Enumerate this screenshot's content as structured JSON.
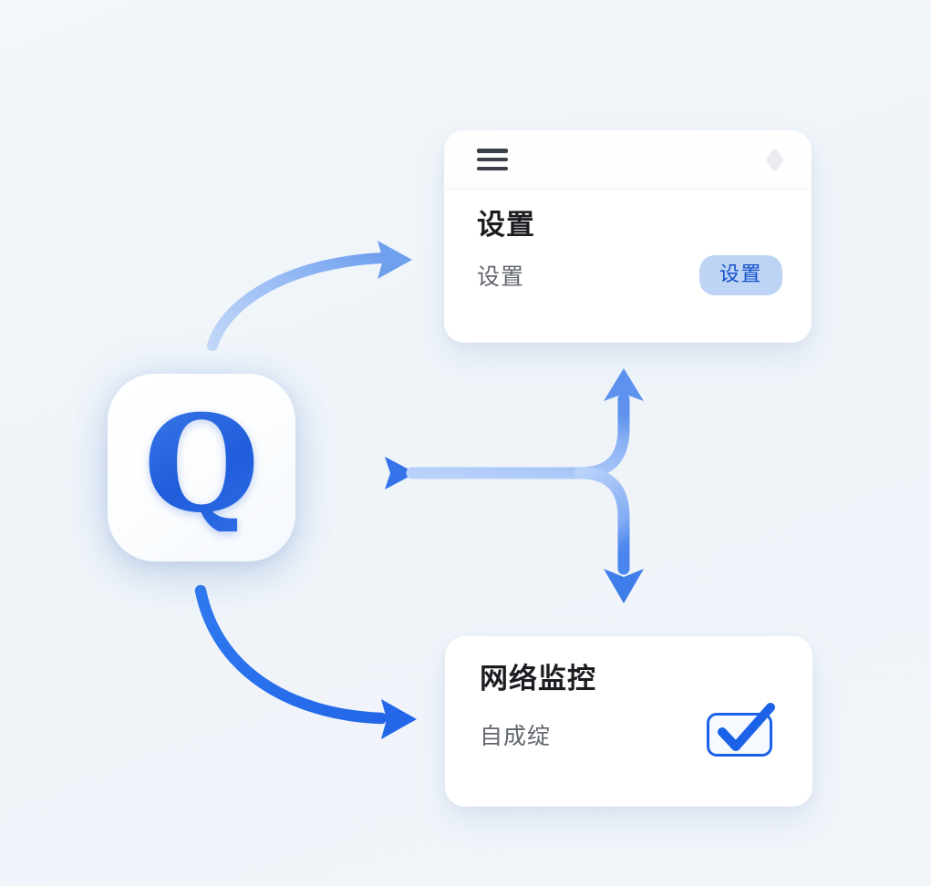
{
  "theme": {
    "background": "#f2f6fa",
    "accent_blue": "#2566e0",
    "accent_blue_light": "#7fa9f2",
    "arrow_blue_strong": "#2570ef",
    "card_white": "#ffffff",
    "title_text": "#1b1d21",
    "subtitle_text": "#62666d",
    "button_fill": "#bdd4f5",
    "button_text": "#1352c9",
    "hamburger_bar": "#3c4048",
    "badge_gray": "#e6e9ee",
    "checkbox_border": "#1c62e8",
    "checkbox_tick": "#1c62e8",
    "divider": "#eef1f5"
  },
  "launcher": {
    "name": "q-app-tile",
    "glyph": "Q"
  },
  "settings_card": {
    "titlebar": {
      "menu_icon": "hamburger-menu-icon",
      "badge_icon": "diamond-icon"
    },
    "title": "设置",
    "subtitle": "设置",
    "action_label": "设置"
  },
  "monitor_card": {
    "title": "网络监控",
    "subtitle": "自成绽",
    "checkbox": {
      "icon": "checkbox-checked-icon",
      "checked": true
    }
  },
  "connectors": [
    {
      "name": "arrow-launcher-to-settings",
      "style": "curved",
      "color": "#8fb6f4",
      "from": "q-app-tile",
      "to": "settings-card"
    },
    {
      "name": "arrow-launcher-to-branch",
      "style": "straight",
      "color": "#2f6fe8",
      "from": "q-app-tile",
      "to": "branch-node"
    },
    {
      "name": "arrow-branch-up",
      "style": "elbow-up",
      "color": "#9dbef6",
      "from": "branch-node",
      "to": "settings-card"
    },
    {
      "name": "arrow-branch-down",
      "style": "elbow-down",
      "color": "#9dbef6",
      "from": "branch-node",
      "to": "monitor-card"
    },
    {
      "name": "arrow-launcher-to-monitor",
      "style": "curved",
      "color": "#2570ef",
      "from": "q-app-tile",
      "to": "monitor-card"
    }
  ]
}
